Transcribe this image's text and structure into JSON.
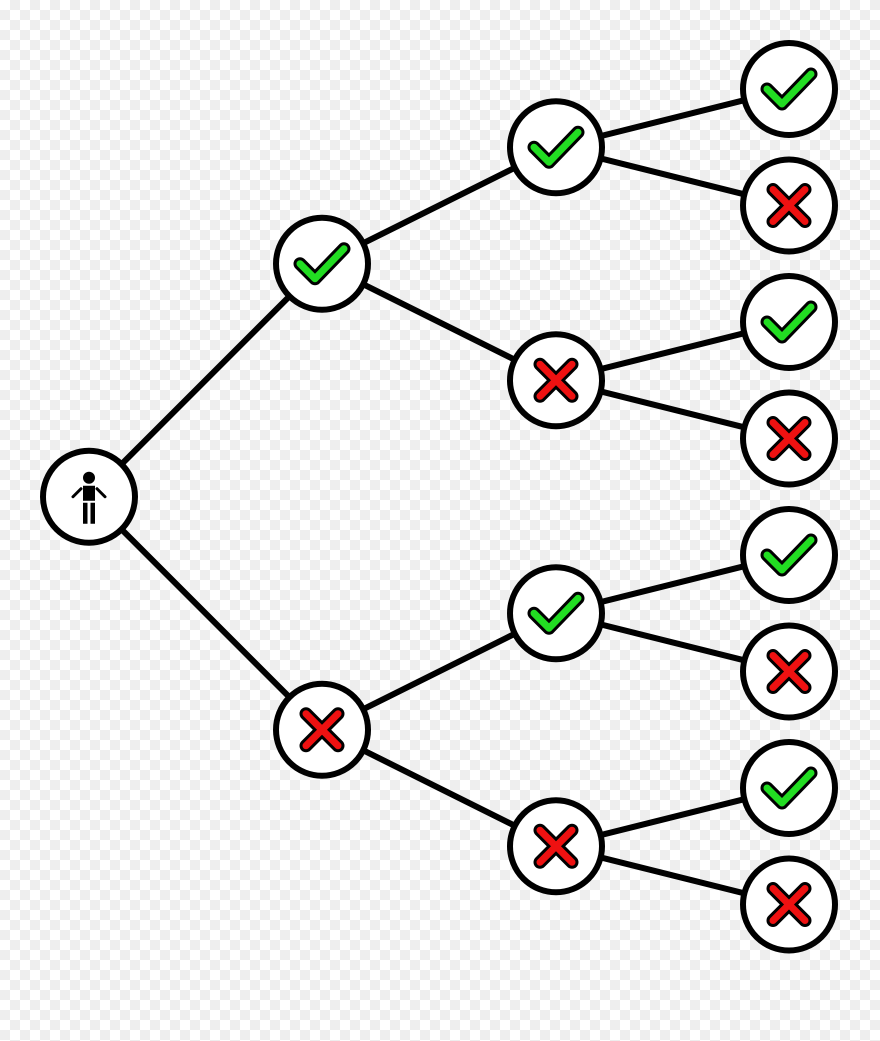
{
  "diagram": {
    "type": "decision-tree",
    "root": {
      "icon": "person-icon",
      "children": [
        {
          "outcome": "yes",
          "children": [
            {
              "outcome": "yes",
              "children": [
                {
                  "outcome": "yes"
                },
                {
                  "outcome": "no"
                }
              ]
            },
            {
              "outcome": "no",
              "children": [
                {
                  "outcome": "yes"
                },
                {
                  "outcome": "no"
                }
              ]
            }
          ]
        },
        {
          "outcome": "no",
          "children": [
            {
              "outcome": "yes",
              "children": [
                {
                  "outcome": "yes"
                },
                {
                  "outcome": "no"
                }
              ]
            },
            {
              "outcome": "no",
              "children": [
                {
                  "outcome": "yes"
                },
                {
                  "outcome": "no"
                }
              ]
            }
          ]
        }
      ]
    },
    "icons": {
      "yes": "check-icon",
      "no": "cross-icon"
    },
    "colors": {
      "check": "#22dd22",
      "cross": "#ee1111",
      "stroke": "#000000",
      "node_fill": "#ffffff"
    }
  }
}
